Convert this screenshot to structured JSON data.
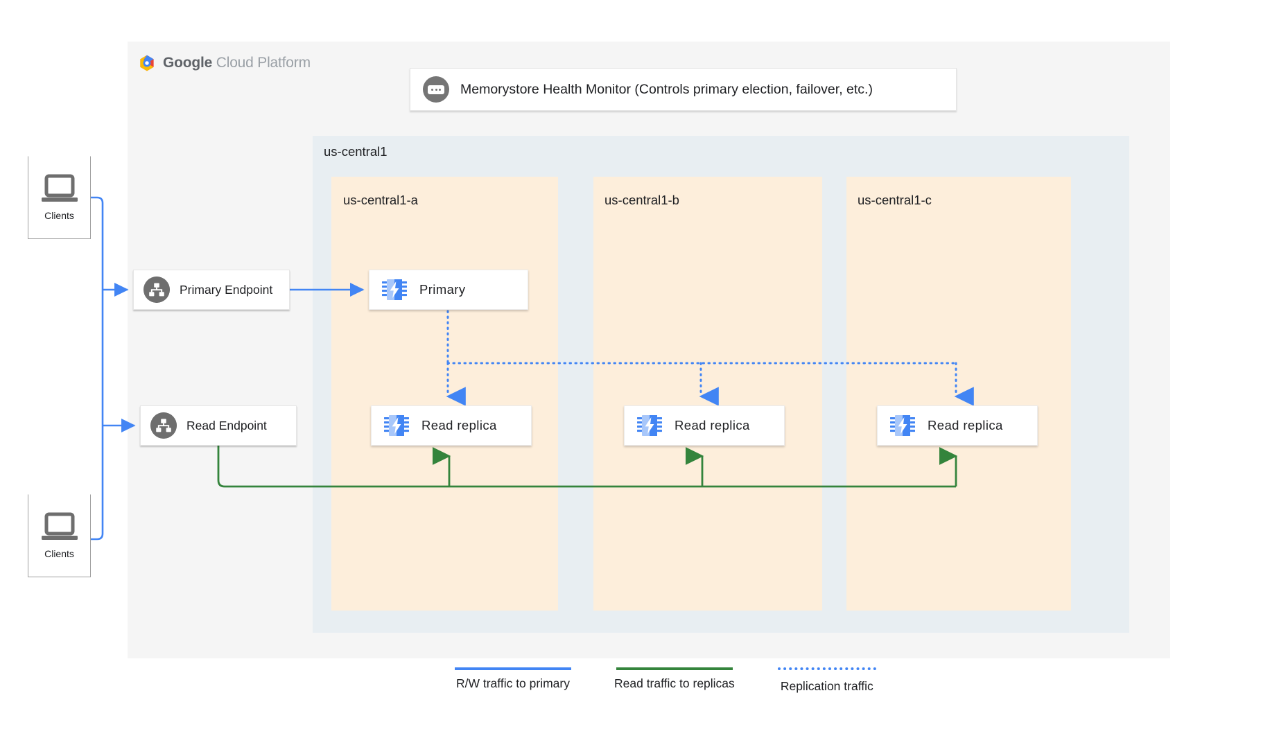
{
  "platform": {
    "logo_text_strong": "Google",
    "logo_text_light": " Cloud Platform",
    "logo_icon": "google-cloud-hexagon-icon"
  },
  "health_monitor": {
    "icon": "health-monitor-icon",
    "label": "Memorystore Health Monitor (Controls primary election, failover, etc.)"
  },
  "region": {
    "label": "us-central1",
    "zones": [
      {
        "label": "us-central1-a"
      },
      {
        "label": "us-central1-b"
      },
      {
        "label": "us-central1-c"
      }
    ]
  },
  "clients": [
    {
      "label": "Clients",
      "icon": "laptop-icon"
    },
    {
      "label": "Clients",
      "icon": "laptop-icon"
    }
  ],
  "endpoints": [
    {
      "label": "Primary Endpoint",
      "icon": "network-topology-icon"
    },
    {
      "label": "Read Endpoint",
      "icon": "network-topology-icon"
    }
  ],
  "nodes": {
    "primary": {
      "label": "Primary",
      "icon": "memorystore-chip-icon",
      "zone": "us-central1-a"
    },
    "replicas": [
      {
        "label": "Read replica",
        "icon": "memorystore-chip-icon",
        "zone": "us-central1-a"
      },
      {
        "label": "Read replica",
        "icon": "memorystore-chip-icon",
        "zone": "us-central1-b"
      },
      {
        "label": "Read replica",
        "icon": "memorystore-chip-icon",
        "zone": "us-central1-c"
      }
    ]
  },
  "legend": [
    {
      "label": "R/W traffic to primary",
      "style": "solid",
      "color": "#4285f4"
    },
    {
      "label": "Read traffic to replicas",
      "style": "solid",
      "color": "#34843c"
    },
    {
      "label": "Replication traffic",
      "style": "dotted",
      "color": "#4285f4"
    }
  ],
  "colors": {
    "panel_bg": "#f5f5f5",
    "region_bg": "#e8eef2",
    "zone_bg": "#fdeedb",
    "blue": "#4285f4",
    "green": "#34843c",
    "gray_icon": "#6e6e6e",
    "text": "#202124"
  }
}
